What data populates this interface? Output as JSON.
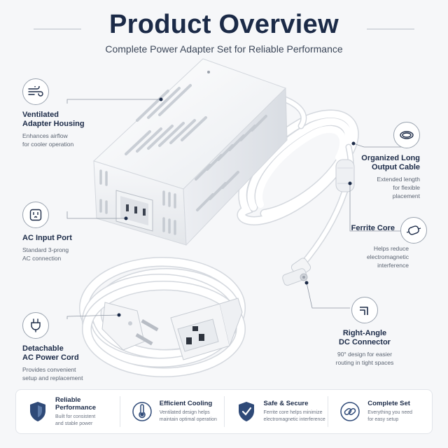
{
  "header": {
    "title": "Product Overview",
    "subtitle": "Complete Power Adapter Set for Reliable Performance"
  },
  "features": [
    {
      "id": "ventilated",
      "icon": "airflow-icon",
      "title_lines": [
        "Ventilated",
        "Adapter Housing"
      ],
      "desc_lines": [
        "Enhances airflow",
        "for cooler operation"
      ]
    },
    {
      "id": "ac-input",
      "icon": "outlet-icon",
      "title_lines": [
        "AC Input Port"
      ],
      "desc_lines": [
        "Standard 3-prong",
        "AC connection"
      ]
    },
    {
      "id": "power-cord",
      "icon": "plug-icon",
      "title_lines": [
        "Detachable",
        "AC Power Cord"
      ],
      "desc_lines": [
        "Provides convenient",
        "setup and replacement"
      ]
    },
    {
      "id": "output-cable",
      "icon": "coiled-cable-icon",
      "title_lines": [
        "Organized Long",
        "Output Cable"
      ],
      "desc_lines": [
        "Extended length",
        "for flexible",
        "placement"
      ]
    },
    {
      "id": "ferrite",
      "icon": "ferrite-core-icon",
      "title_lines": [
        "Ferrite Core"
      ],
      "desc_lines": [
        "Helps reduce",
        "electromagnetic",
        "interference"
      ]
    },
    {
      "id": "dc-connector",
      "icon": "right-angle-icon",
      "title_lines": [
        "Right-Angle",
        "DC Connector"
      ],
      "desc_lines": [
        "90° design for easier",
        "routing in tight spaces"
      ]
    }
  ],
  "bottom_bar": [
    {
      "icon": "shield-icon",
      "title": "Reliable Performance",
      "desc_lines": [
        "Built for consistent",
        "and stable power"
      ]
    },
    {
      "icon": "thermometer-icon",
      "title": "Efficient Cooling",
      "desc_lines": [
        "Ventilated design helps",
        "maintain optimal operation"
      ]
    },
    {
      "icon": "shield-check-icon",
      "title": "Safe & Secure",
      "desc_lines": [
        "Ferrite core helps minimize",
        "electromagnetic interference"
      ]
    },
    {
      "icon": "link-icon",
      "title": "Complete Set",
      "desc_lines": [
        "Everything you need",
        "for easy setup"
      ]
    }
  ],
  "colors": {
    "navy": "#1b2a47",
    "line": "#8e96a3",
    "product": "#ffffff"
  }
}
